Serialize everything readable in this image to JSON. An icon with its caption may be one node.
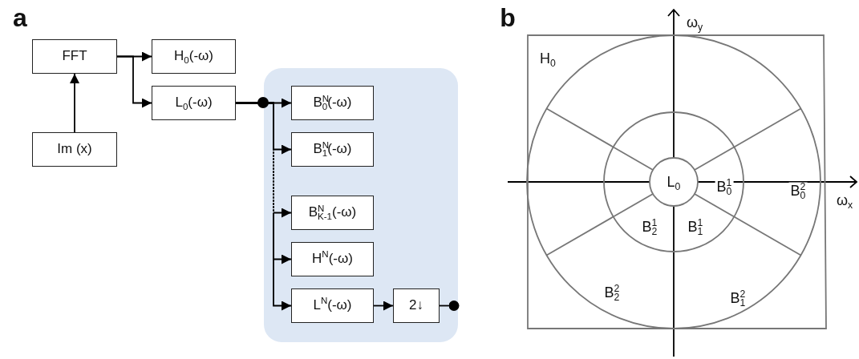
{
  "diagram": {
    "nodes": [
      {
        "text": [
          "FFT"
        ]
      },
      {
        "text": [
          "Im (x)"
        ]
      },
      {
        "text": [
          "H$_{0}$(-ω)"
        ]
      },
      {
        "text": [
          "L$_{0}$(-ω)"
        ]
      },
      {
        "text": [],
        "shape": "box"
      },
      {
        "text": [
          "B$^{N}$$_{0}$(-ω)"
        ],
        "in": 4
      },
      {
        "text": [
          "B$^{N}$$_{1}$(-ω)"
        ],
        "in": 4
      },
      {
        "text": [
          "B$^{N}$$_{K-1}$(-ω)"
        ],
        "in": 4
      },
      {
        "text": [
          "H$^{N}$(-ω)"
        ],
        "in": 4
      },
      {
        "text": [
          "L$^{N}$(-ω)"
        ],
        "in": 4
      },
      {
        "text": [
          "2↓"
        ],
        "in": 4
      }
    ],
    "edges": [
      {
        "from": 1,
        "to": 0,
        "arrow": "to"
      },
      {
        "from": 0,
        "to": 2,
        "arrow": "to"
      },
      {
        "from": 0,
        "to": 3,
        "arrow": "to"
      },
      {
        "from": 3,
        "to": 5,
        "arrow": "to"
      },
      {
        "from": 3,
        "to": 6,
        "arrow": "to"
      },
      {
        "from": 3,
        "to": 7,
        "arrow": "to",
        "style": "dashed"
      },
      {
        "from": 3,
        "to": 8,
        "arrow": "to",
        "style": "dashed"
      },
      {
        "from": 3,
        "to": 9,
        "arrow": "to",
        "style": "dashed"
      },
      {
        "from": 9,
        "to": 10,
        "arrow": "to"
      },
      {
        "from": 10,
        "to": null,
        "arrow": "other"
      }
    ],
    "labels": [
      "a",
      "b",
      "H$_{0}$",
      "ω$_{y}$",
      "L$_{0}$",
      "B$^{1}$$_{0}$",
      "B$^{2}$$_{0}$",
      "ω$_{x}$",
      "B$^{1}$$_{2}$",
      "B$^{1}$$_{1}$",
      "B$^{2}$$_{2}$",
      "B$^{2}$$_{1}$"
    ]
  }
}
